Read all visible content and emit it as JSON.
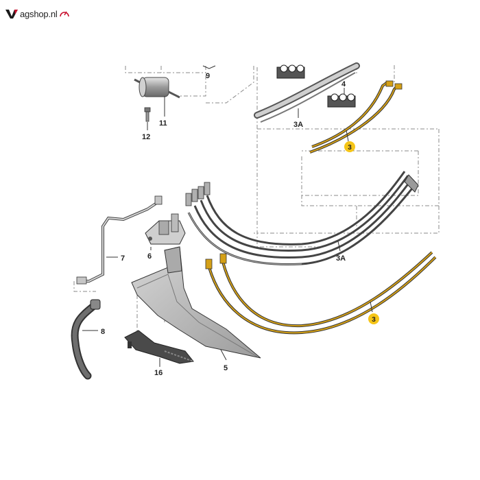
{
  "logo": {
    "text": "agshop.nl",
    "brand_color": "#c8102e",
    "icon": "vw-style-v-mark-icon",
    "badge_icon": "speedometer-icon"
  },
  "colors": {
    "highlight": "#f5c518",
    "part_fill": "#c9c9c9",
    "line": "#555555",
    "tube_gold": "#d4a017"
  },
  "parts": [
    {
      "id": "p9",
      "label": "9"
    },
    {
      "id": "p11",
      "label": "11"
    },
    {
      "id": "p12",
      "label": "12"
    },
    {
      "id": "p4",
      "label": "4"
    },
    {
      "id": "p3a_top",
      "label": "3A"
    },
    {
      "id": "p3_top",
      "label": "3",
      "highlight": true
    },
    {
      "id": "p7",
      "label": "7"
    },
    {
      "id": "p6",
      "label": "6"
    },
    {
      "id": "p3a_mid",
      "label": "3A"
    },
    {
      "id": "p3_bot",
      "label": "3",
      "highlight": true
    },
    {
      "id": "p8",
      "label": "8"
    },
    {
      "id": "p5",
      "label": "5"
    },
    {
      "id": "p16",
      "label": "16"
    }
  ]
}
